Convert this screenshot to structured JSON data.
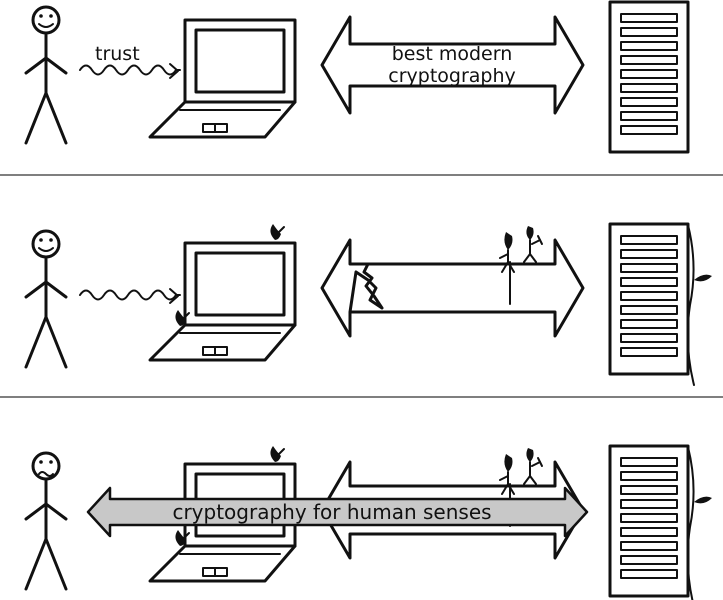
{
  "panels": [
    {
      "id": "panel-1",
      "trust_label": "trust",
      "arrow_label_lines": [
        "best modern",
        "cryptography"
      ]
    },
    {
      "id": "panel-2"
    },
    {
      "id": "panel-3",
      "overlay_label": "cryptography for human senses"
    }
  ],
  "colors": {
    "ink": "#111111",
    "paper": "#ffffff",
    "divider": "#555555",
    "overlay_fill": "#c8c8c8"
  },
  "icons": [
    "happy-stick-figure-icon",
    "worried-stick-figure-icon",
    "laptop-icon",
    "server-rack-icon",
    "bug-icon",
    "wire-tap-figure-icon"
  ]
}
